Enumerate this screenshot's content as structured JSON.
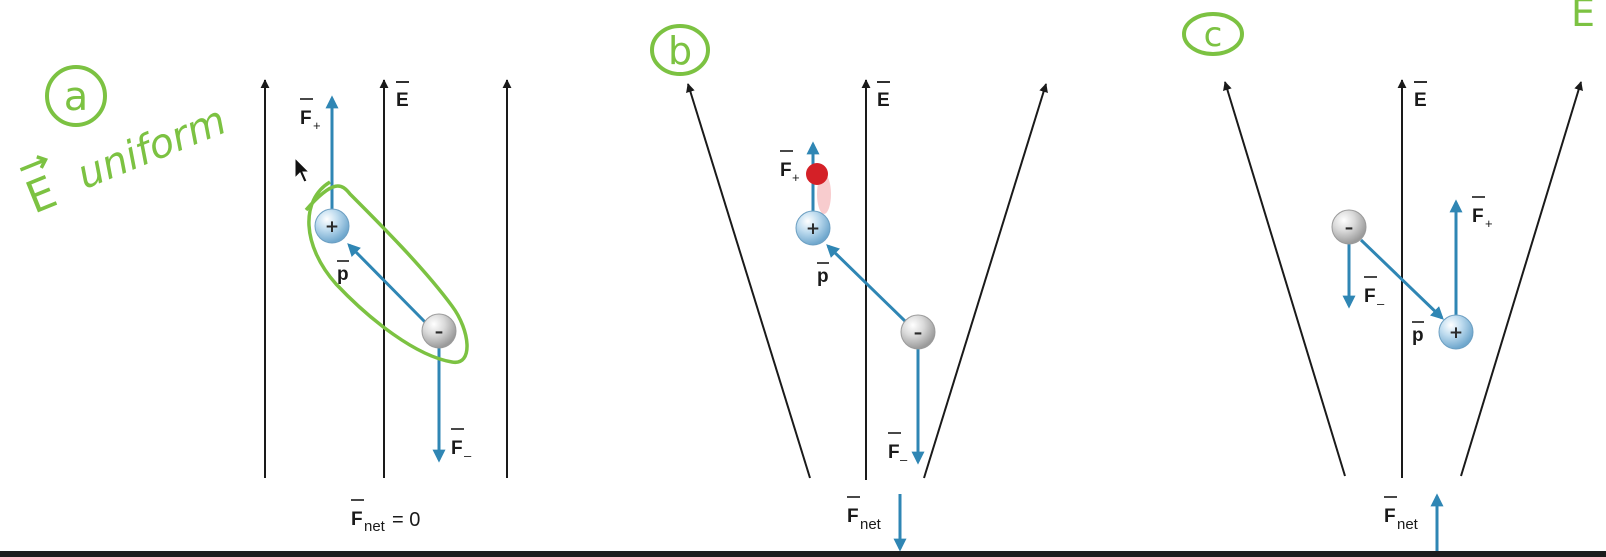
{
  "handwriting": {
    "a_letter": "a",
    "b_letter": "b",
    "c_letter": "c",
    "e_uniform_E": "E",
    "e_uniform_word": "uniform",
    "corner_E": "E"
  },
  "labels": {
    "E": "E",
    "F": "F",
    "plus_sub": "+",
    "minus_sub": "–",
    "p": "p",
    "net_sub": "net",
    "eq_zero": "= 0"
  },
  "charges": {
    "plus": "+",
    "minus": "–"
  },
  "colors": {
    "field_line": "#1a1a1a",
    "vector": "#2f86b4",
    "handwriting": "#7cc242",
    "marker_dot": "#d42027"
  }
}
